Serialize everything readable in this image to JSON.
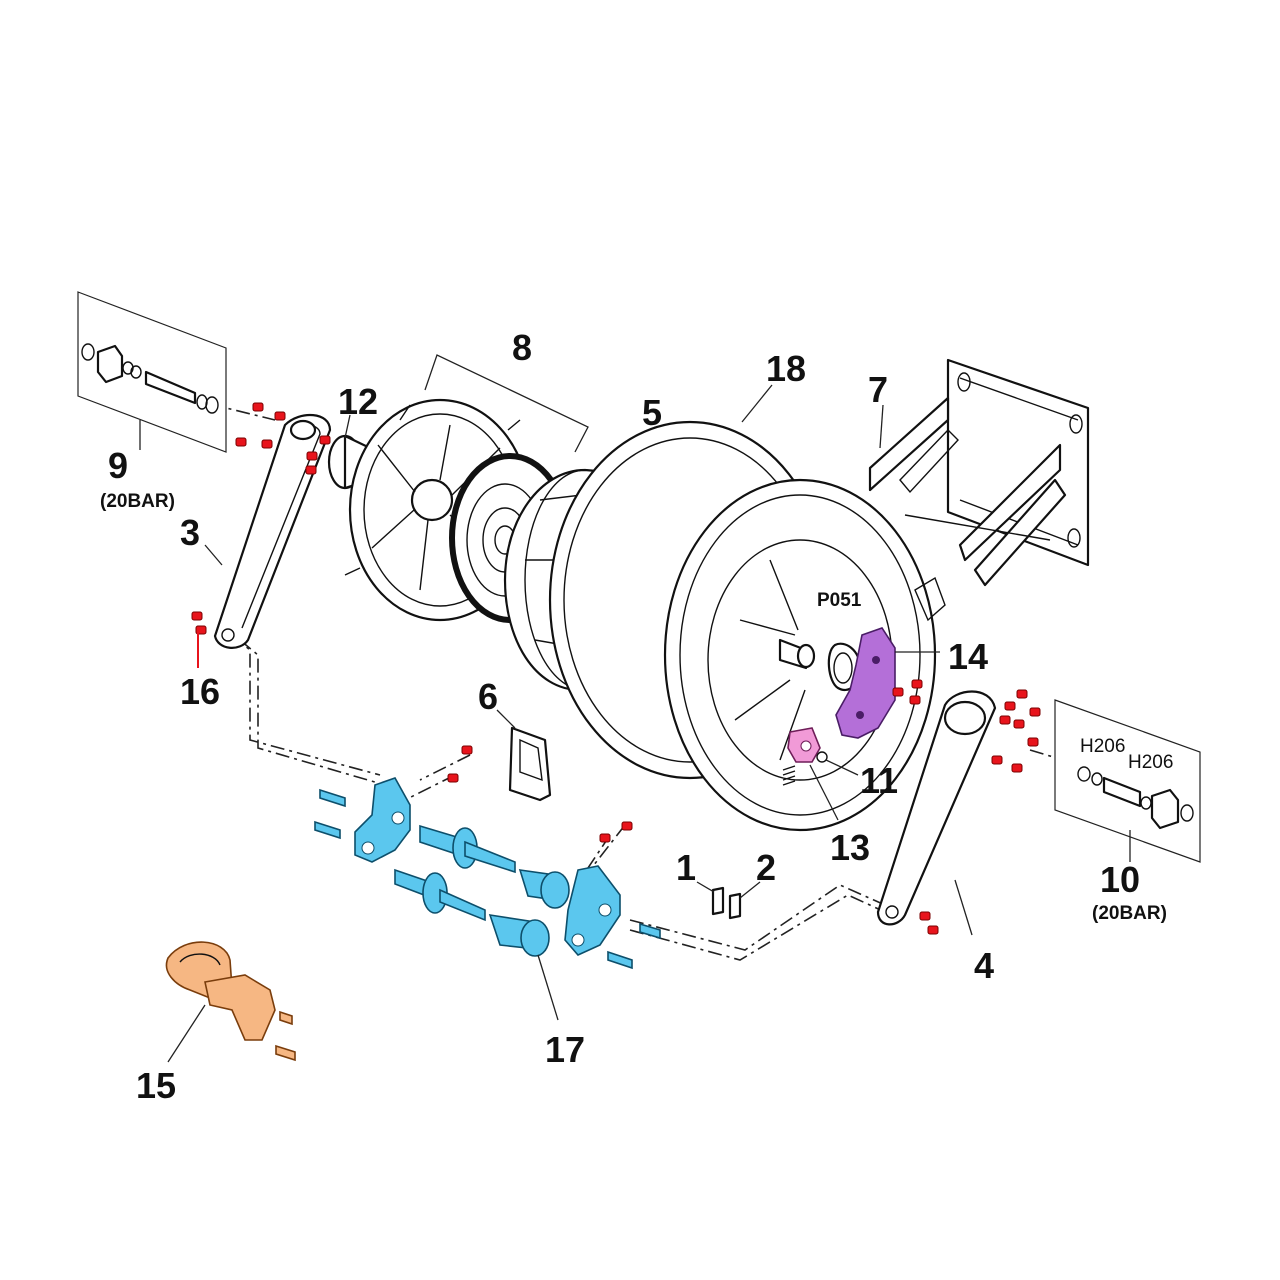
{
  "colors": {
    "fasteners": "#e8141c",
    "shaft_set": "#5bc7ee",
    "spring_plate": "#b46fd8",
    "latch": "#f19ad7",
    "clamp": "#f6b783"
  },
  "callouts": {
    "c1": "1",
    "c2": "2",
    "c3": "3",
    "c4": "4",
    "c5": "5",
    "c6": "6",
    "c7": "7",
    "c8": "8",
    "c9": "9",
    "c10": "10",
    "c11": "11",
    "c12": "12",
    "c13": "13",
    "c14": "14",
    "c15": "15",
    "c16": "16",
    "c17": "17",
    "c18": "18"
  },
  "labels": {
    "pressure_9": "(20BAR)",
    "pressure_10": "(20BAR)",
    "seal_a": "H206",
    "seal_b": "H206",
    "hub_code": "P051"
  }
}
